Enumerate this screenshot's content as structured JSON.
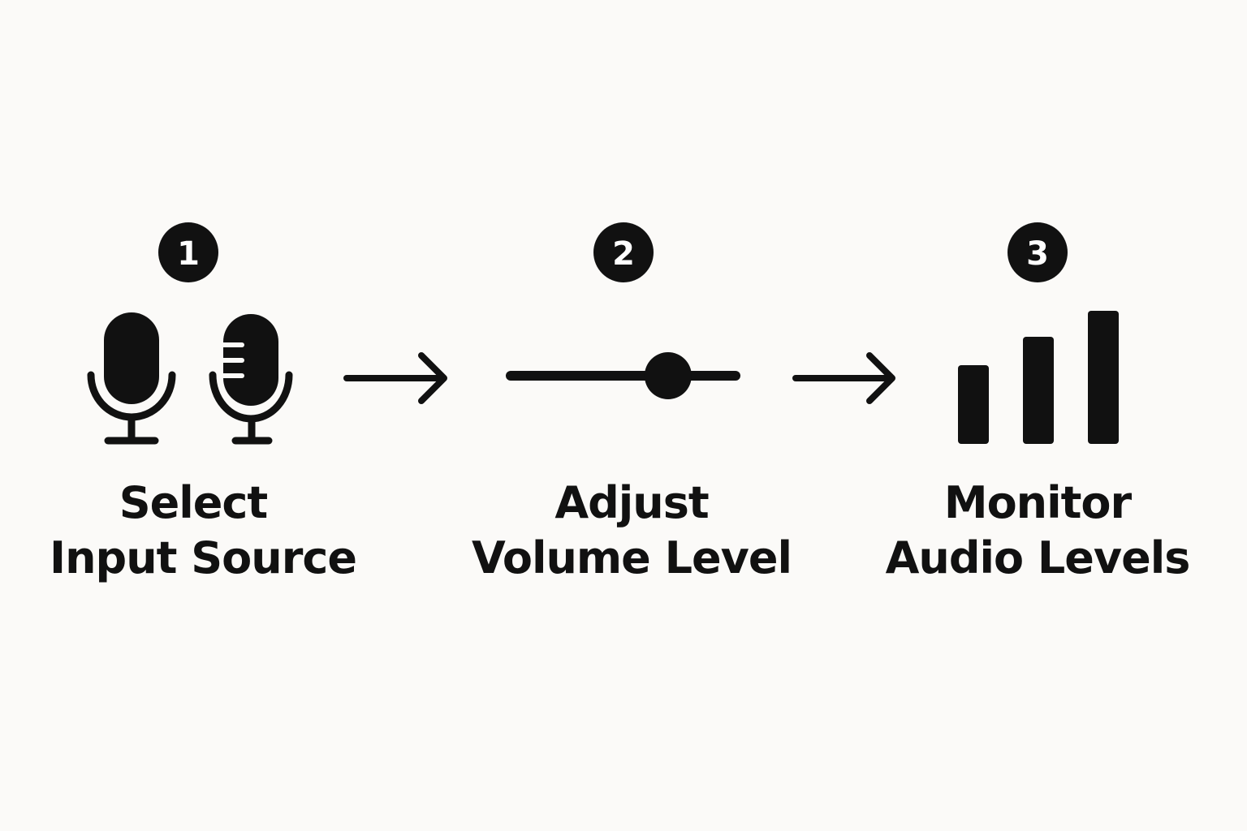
{
  "colors": {
    "ink": "#111111",
    "background": "#fbfaf8"
  },
  "steps": [
    {
      "number": "1",
      "line1": "Select",
      "line2": "Input Source",
      "icon": "microphones-icon"
    },
    {
      "number": "2",
      "line1": "Adjust",
      "line2": "Volume Level",
      "icon": "volume-slider-icon",
      "slider_level": 0.7
    },
    {
      "number": "3",
      "line1": "Monitor",
      "line2": "Audio Levels",
      "icon": "level-bars-icon"
    }
  ],
  "connectors": [
    "arrow-right-icon",
    "arrow-right-icon"
  ]
}
